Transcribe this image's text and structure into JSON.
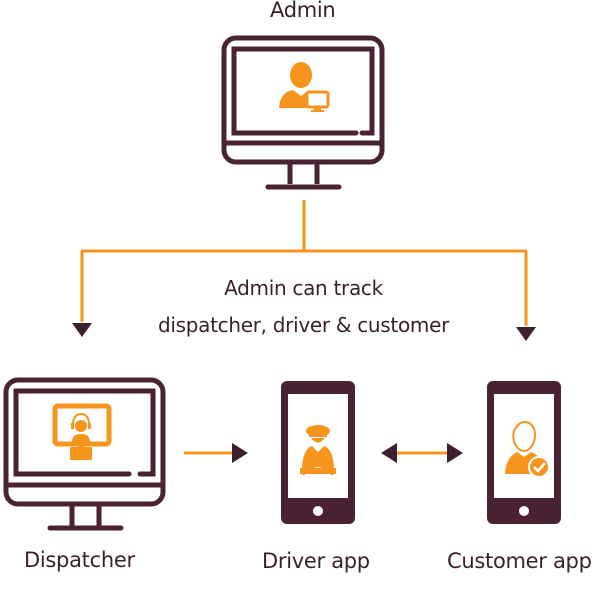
{
  "colors": {
    "outline": "#4a2233",
    "accent": "#f7941d",
    "connector": "#f7941d",
    "arrowhead": "#3d2030",
    "text": "#3a1f2e"
  },
  "nodes": {
    "admin": {
      "label": "Admin",
      "device": "desktop-monitor",
      "icon": "admin-user-monitor-icon"
    },
    "dispatcher": {
      "label": "Dispatcher",
      "device": "desktop-monitor",
      "icon": "dispatcher-headset-icon"
    },
    "driver": {
      "label": "Driver app",
      "device": "smartphone",
      "icon": "driver-steering-wheel-icon"
    },
    "customer": {
      "label": "Customer app",
      "device": "smartphone",
      "icon": "customer-check-icon"
    }
  },
  "caption": {
    "line1": "Admin can track",
    "line2": "dispatcher, driver & customer"
  },
  "edges": [
    {
      "from": "admin",
      "to": "dispatcher",
      "style": "one-way"
    },
    {
      "from": "admin",
      "to": "customer",
      "style": "one-way"
    },
    {
      "from": "dispatcher",
      "to": "driver",
      "style": "one-way"
    },
    {
      "from": "driver",
      "to": "customer",
      "style": "two-way"
    }
  ]
}
